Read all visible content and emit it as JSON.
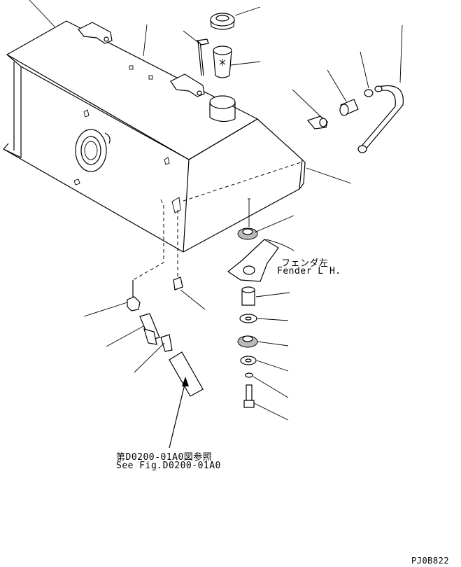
{
  "labels": {
    "fender_jp": "フェンダ左",
    "fender_en": "Fender L H.",
    "ref_jp": "第D0200-01A0図参照",
    "ref_en": "See Fig.D0200-01A0",
    "drawing_code": "PJ0B822"
  },
  "colors": {
    "line": "#000000",
    "background": "#ffffff",
    "shade": "#bbbbbb"
  }
}
